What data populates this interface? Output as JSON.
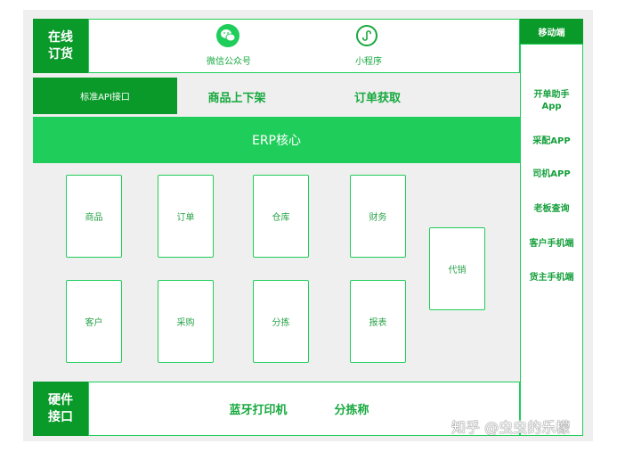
{
  "online_ordering": {
    "label": "在线\n订货",
    "channels": [
      {
        "icon": "wechat-icon",
        "label": "微信公众号"
      },
      {
        "icon": "mini-program-icon",
        "label": "小程序"
      }
    ]
  },
  "api_bar": {
    "api_label": "标准API接口",
    "items": [
      "商品上下架",
      "订单获取"
    ]
  },
  "erp_core": {
    "label": "ERP核心"
  },
  "modules": [
    "商品",
    "订单",
    "仓库",
    "财务",
    "客户",
    "采购",
    "分拣",
    "报表",
    "代销"
  ],
  "mobile": {
    "header": "移动端",
    "items": [
      "开单助手\nApp",
      "采配APP",
      "司机APP",
      "老板查询",
      "客户手机端",
      "货主手机端"
    ]
  },
  "hardware": {
    "label": "硬件\n接口",
    "items": [
      "蓝牙打印机",
      "分拣称"
    ]
  },
  "watermark": "知乎 @虫虫的乐檬",
  "colors": {
    "dark_green": "#0a9a2a",
    "green": "#1fce5a",
    "text_green": "#17a93f"
  }
}
